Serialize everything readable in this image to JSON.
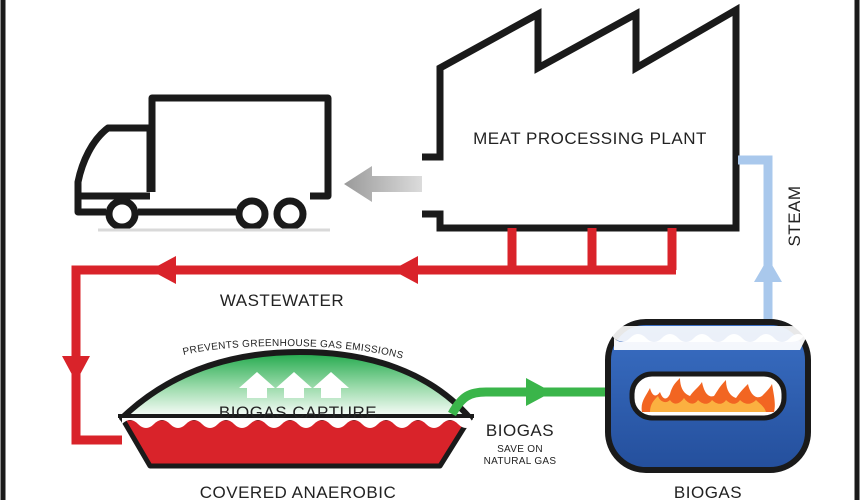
{
  "diagram": {
    "labels": {
      "plant": "MEAT PROCESSING PLANT",
      "steam": "STEAM",
      "wastewater": "WASTEWATER",
      "prevents": "PREVENTS GREENHOUSE GAS EMISSIONS",
      "biogas_capture": "BIOGAS CAPTURE",
      "biogas": "BIOGAS",
      "save_line1": "SAVE ON",
      "save_line2": "NATURAL GAS",
      "covered": "COVERED ANAEROBIC",
      "boiler": "BIOGAS"
    },
    "colors": {
      "wastewater_pipe": "#d9232a",
      "steam_pipe": "#a9c8ec",
      "biogas_pipe": "#3ab54a",
      "truck_arrow": "#b7b7b7",
      "lagoon_water": "#d9232a",
      "gas_dome": "#2db24a",
      "boiler_tank": "#2f5fb3",
      "flame": "#f26522",
      "outline": "#1a1a1a"
    },
    "icons": [
      "truck-icon",
      "factory-icon",
      "covered-lagoon-icon",
      "boiler-icon",
      "flame-icon"
    ]
  }
}
